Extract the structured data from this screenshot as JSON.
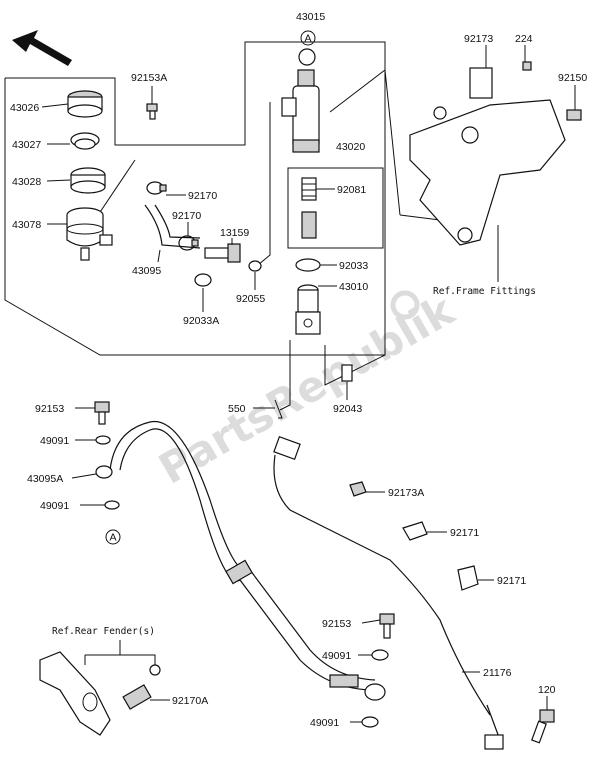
{
  "watermark": "PartsRepublik",
  "labels": {
    "p43015": "43015",
    "p92153A": "92153A",
    "p43026": "43026",
    "p43027": "43027",
    "p43028": "43028",
    "p43078": "43078",
    "p92170a": "92170",
    "p92170b": "92170",
    "p43095": "43095",
    "p13159": "13159",
    "p92055": "92055",
    "p92033A": "92033A",
    "p43020": "43020",
    "p92081": "92081",
    "p92033": "92033",
    "p43010": "43010",
    "p92173": "92173",
    "p224": "224",
    "p92150": "92150",
    "p550": "550",
    "p92043": "92043",
    "p92153a": "92153",
    "p49091a": "49091",
    "p43095A": "43095A",
    "p49091b": "49091",
    "p92173A": "92173A",
    "p92171a": "92171",
    "p92171b": "92171",
    "p92153b": "92153",
    "p49091c": "49091",
    "p21176": "21176",
    "p49091d": "49091",
    "p120": "120",
    "p92170A": "92170A",
    "refFrame": "Ref.Frame Fittings",
    "refRear": "Ref.Rear Fender(s)",
    "markerA1": "A",
    "markerA2": "A"
  }
}
